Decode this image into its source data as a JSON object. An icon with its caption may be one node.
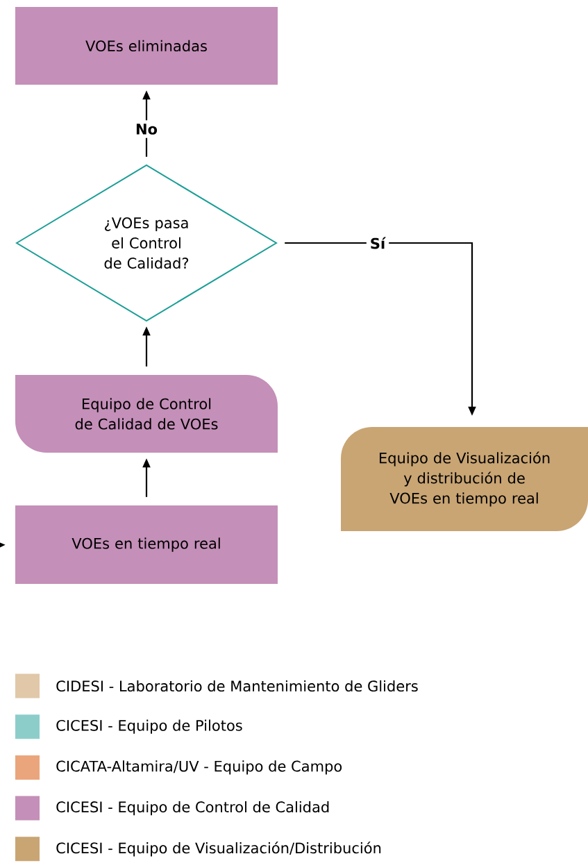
{
  "diagram": {
    "nodes": [
      {
        "text": [
          "VOEs eliminadas"
        ]
      },
      {
        "text": [
          "¿VOEs pasa el Control de Calidad?"
        ]
      },
      {
        "text": [
          "Equipo de Control de Calidad de VOEs"
        ]
      },
      {
        "text": [
          "Equipo de Visualización y distribución de VOEs en tiempo real"
        ]
      },
      {
        "text": [
          "VOEs en tiempo real"
        ]
      }
    ],
    "edges": [
      {
        "from": 4,
        "to": 2,
        "arrow": "to"
      },
      {
        "from": 2,
        "to": 1,
        "arrow": "to"
      },
      {
        "from": 1,
        "to": 0,
        "arrow": "to",
        "label": "No"
      },
      {
        "from": 1,
        "to": 3,
        "arrow": "to",
        "label": "Sí"
      },
      {
        "from": null,
        "to": 4,
        "arrow": "to"
      }
    ],
    "legend": [
      {
        "text": "CIDESI - Laboratorio de Mantenimiento de Gliders",
        "color": "#e0c8a8"
      },
      {
        "text": "CICESI - Equipo de Pilotos",
        "color": "#8ccdca"
      },
      {
        "text": "CICATA-Altamira/UV - Equipo de Campo",
        "color": "#eaa57c"
      },
      {
        "text": "CICESI - Equipo de Control de Calidad",
        "color": "#c48fb8"
      },
      {
        "text": "CICESI - Equipo de Visualización/Distribución",
        "color": "#c9a574"
      }
    ]
  }
}
